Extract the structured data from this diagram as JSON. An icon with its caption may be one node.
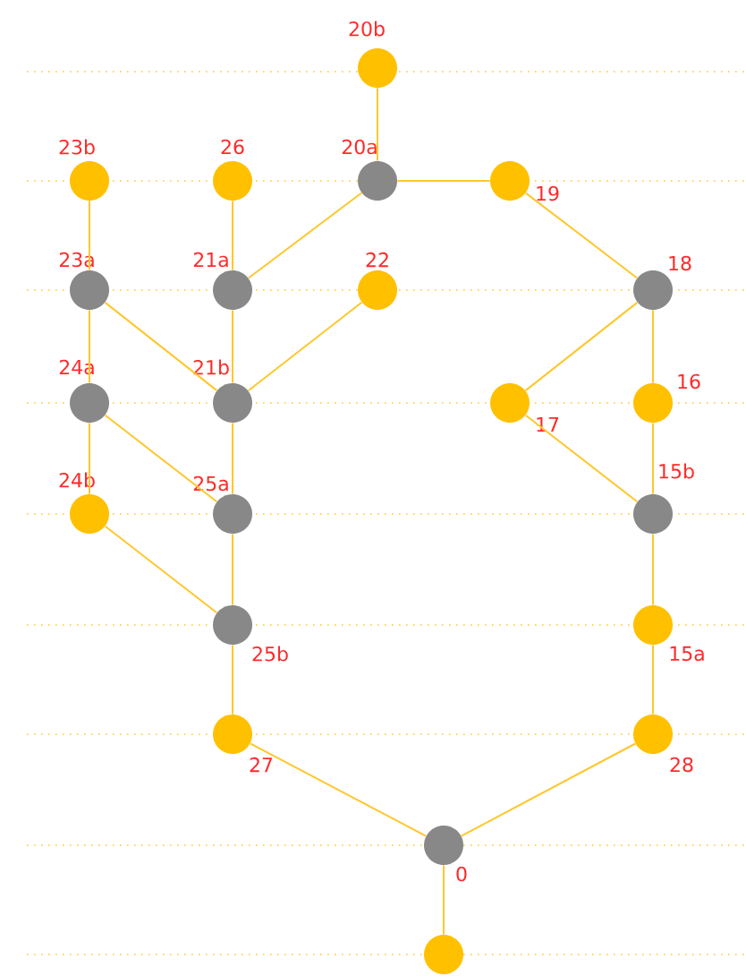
{
  "diagram": {
    "nodes": [
      {
        "text": [],
        "shape": "circle",
        "beside": [
          "20b"
        ]
      },
      {
        "text": [],
        "shape": "circle",
        "beside": [
          "23b"
        ]
      },
      {
        "text": [],
        "shape": "circle",
        "beside": [
          "26"
        ]
      },
      {
        "text": [],
        "shape": "circle",
        "beside": [
          "20a"
        ]
      },
      {
        "text": [],
        "shape": "circle",
        "beside": [
          "19"
        ]
      },
      {
        "text": [],
        "shape": "circle",
        "beside": [
          "23a"
        ]
      },
      {
        "text": [],
        "shape": "circle",
        "beside": [
          "21a"
        ]
      },
      {
        "text": [],
        "shape": "circle",
        "beside": [
          "22"
        ]
      },
      {
        "text": [],
        "shape": "circle",
        "beside": [
          "18"
        ]
      },
      {
        "text": [],
        "shape": "circle",
        "beside": [
          "24a"
        ]
      },
      {
        "text": [],
        "shape": "circle",
        "beside": [
          "21b"
        ]
      },
      {
        "text": [],
        "shape": "circle",
        "beside": [
          "17"
        ]
      },
      {
        "text": [],
        "shape": "circle",
        "beside": [
          "16"
        ]
      },
      {
        "text": [],
        "shape": "circle",
        "beside": [
          "24b"
        ]
      },
      {
        "text": [],
        "shape": "circle",
        "beside": [
          "25a"
        ]
      },
      {
        "text": [],
        "shape": "circle",
        "beside": [
          "15b"
        ]
      },
      {
        "text": [],
        "shape": "circle",
        "beside": [
          "25b"
        ]
      },
      {
        "text": [],
        "shape": "circle",
        "beside": [
          "15a"
        ]
      },
      {
        "text": [],
        "shape": "circle",
        "beside": [
          "27"
        ]
      },
      {
        "text": [],
        "shape": "circle",
        "beside": [
          "28"
        ]
      },
      {
        "text": [],
        "shape": "circle",
        "beside": [
          "0"
        ]
      },
      {
        "text": [],
        "shape": "circle"
      }
    ],
    "edges": [
      {
        "from": 0,
        "to": 3,
        "arrow": "none"
      },
      {
        "from": 1,
        "to": 5,
        "arrow": "none"
      },
      {
        "from": 2,
        "to": 6,
        "arrow": "none"
      },
      {
        "from": 3,
        "to": 4,
        "arrow": "none"
      },
      {
        "from": 3,
        "to": 6,
        "arrow": "none"
      },
      {
        "from": 4,
        "to": 8,
        "arrow": "none"
      },
      {
        "from": 5,
        "to": 9,
        "arrow": "none"
      },
      {
        "from": 5,
        "to": 10,
        "arrow": "none"
      },
      {
        "from": 6,
        "to": 10,
        "arrow": "none"
      },
      {
        "from": 7,
        "to": 10,
        "arrow": "none"
      },
      {
        "from": 8,
        "to": 11,
        "arrow": "none"
      },
      {
        "from": 8,
        "to": 12,
        "arrow": "none"
      },
      {
        "from": 9,
        "to": 13,
        "arrow": "none"
      },
      {
        "from": 9,
        "to": 14,
        "arrow": "none"
      },
      {
        "from": 10,
        "to": 14,
        "arrow": "none"
      },
      {
        "from": 11,
        "to": 15,
        "arrow": "none"
      },
      {
        "from": 12,
        "to": 15,
        "arrow": "none"
      },
      {
        "from": 13,
        "to": 16,
        "arrow": "none"
      },
      {
        "from": 14,
        "to": 16,
        "arrow": "none"
      },
      {
        "from": 15,
        "to": 17,
        "arrow": "none"
      },
      {
        "from": 16,
        "to": 18,
        "arrow": "none"
      },
      {
        "from": 17,
        "to": 19,
        "arrow": "none"
      },
      {
        "from": 18,
        "to": 20,
        "arrow": "none"
      },
      {
        "from": 19,
        "to": 20,
        "arrow": "none"
      },
      {
        "from": 20,
        "to": 21,
        "arrow": "none"
      }
    ]
  }
}
